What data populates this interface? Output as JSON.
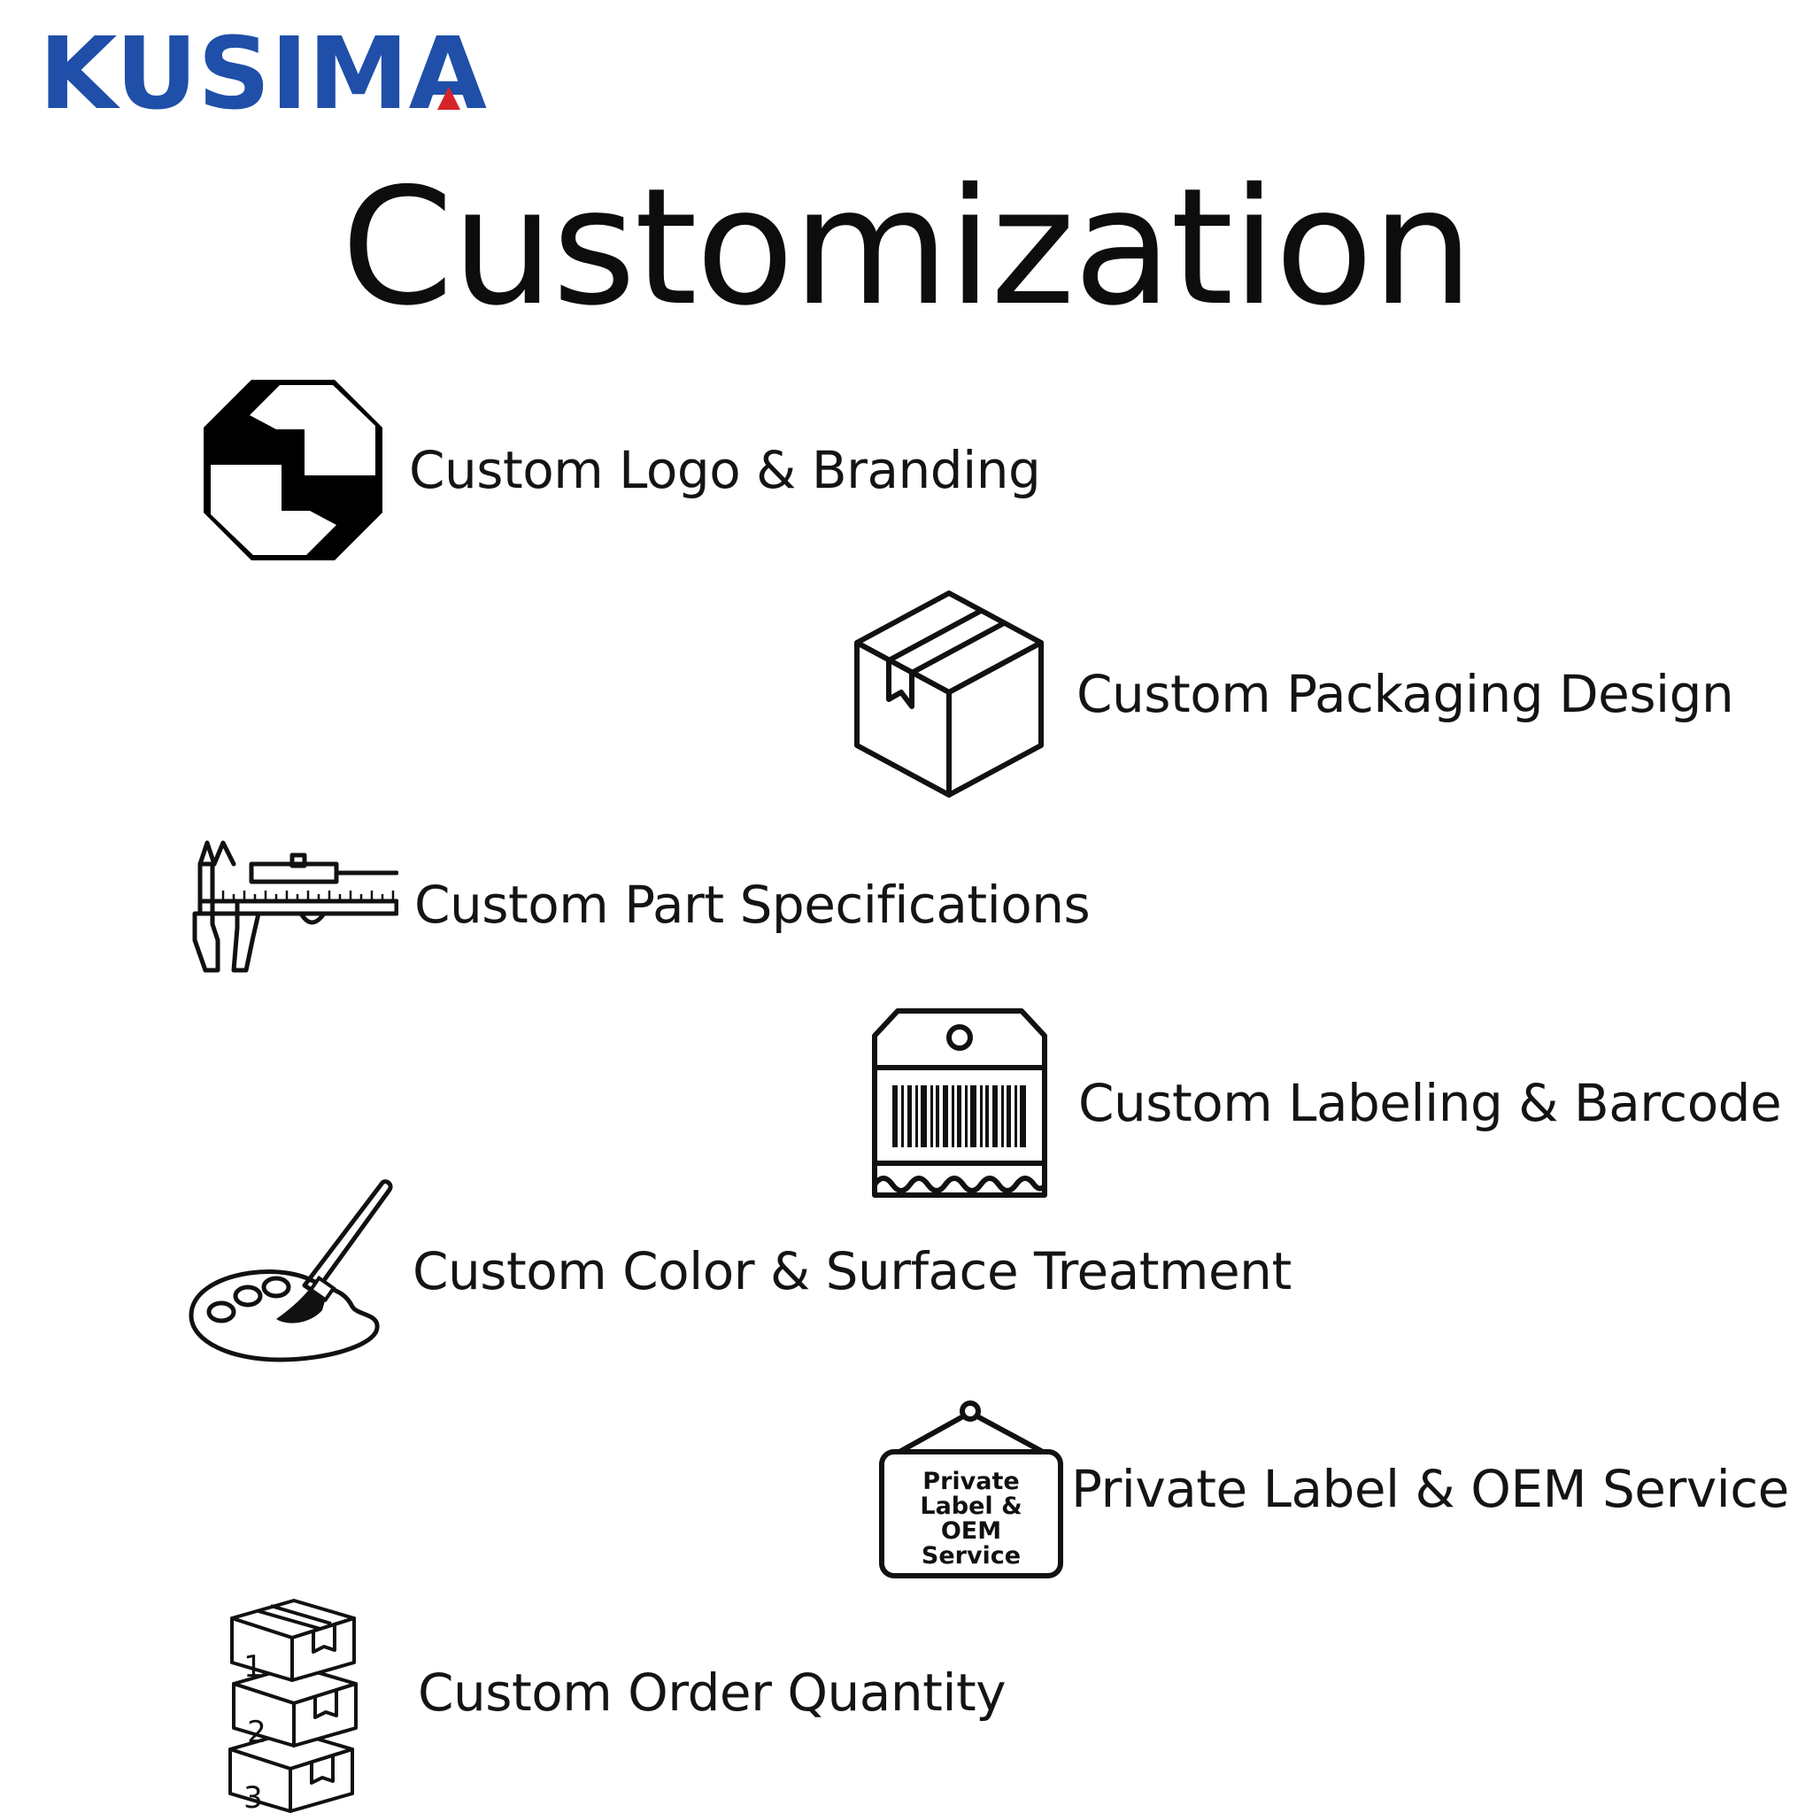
{
  "brand": {
    "name": "KUSIMA",
    "primary_color": "#1f4fa8",
    "accent_color": "#d7232a"
  },
  "page": {
    "title": "Customization"
  },
  "features": [
    {
      "label": "Custom Logo & Branding",
      "icon": "logo-emblem-icon"
    },
    {
      "label": "Custom Packaging Design",
      "icon": "package-box-icon"
    },
    {
      "label": "Custom Part Specifications",
      "icon": "caliper-icon"
    },
    {
      "label": "Custom Labeling & Barcode",
      "icon": "barcode-tag-icon"
    },
    {
      "label": "Custom Color & Surface Treatment",
      "icon": "paint-palette-icon"
    },
    {
      "label": "Private Label & OEM Service",
      "icon": "hanging-sign-icon"
    },
    {
      "label": "Custom Order Quantity",
      "icon": "stacked-boxes-icon"
    }
  ],
  "sign": {
    "line1": "Private",
    "line2": "Label &",
    "line3": "OEM",
    "line4": "Service"
  },
  "boxes": {
    "n1": "1",
    "n2": "2",
    "n3": "3"
  }
}
